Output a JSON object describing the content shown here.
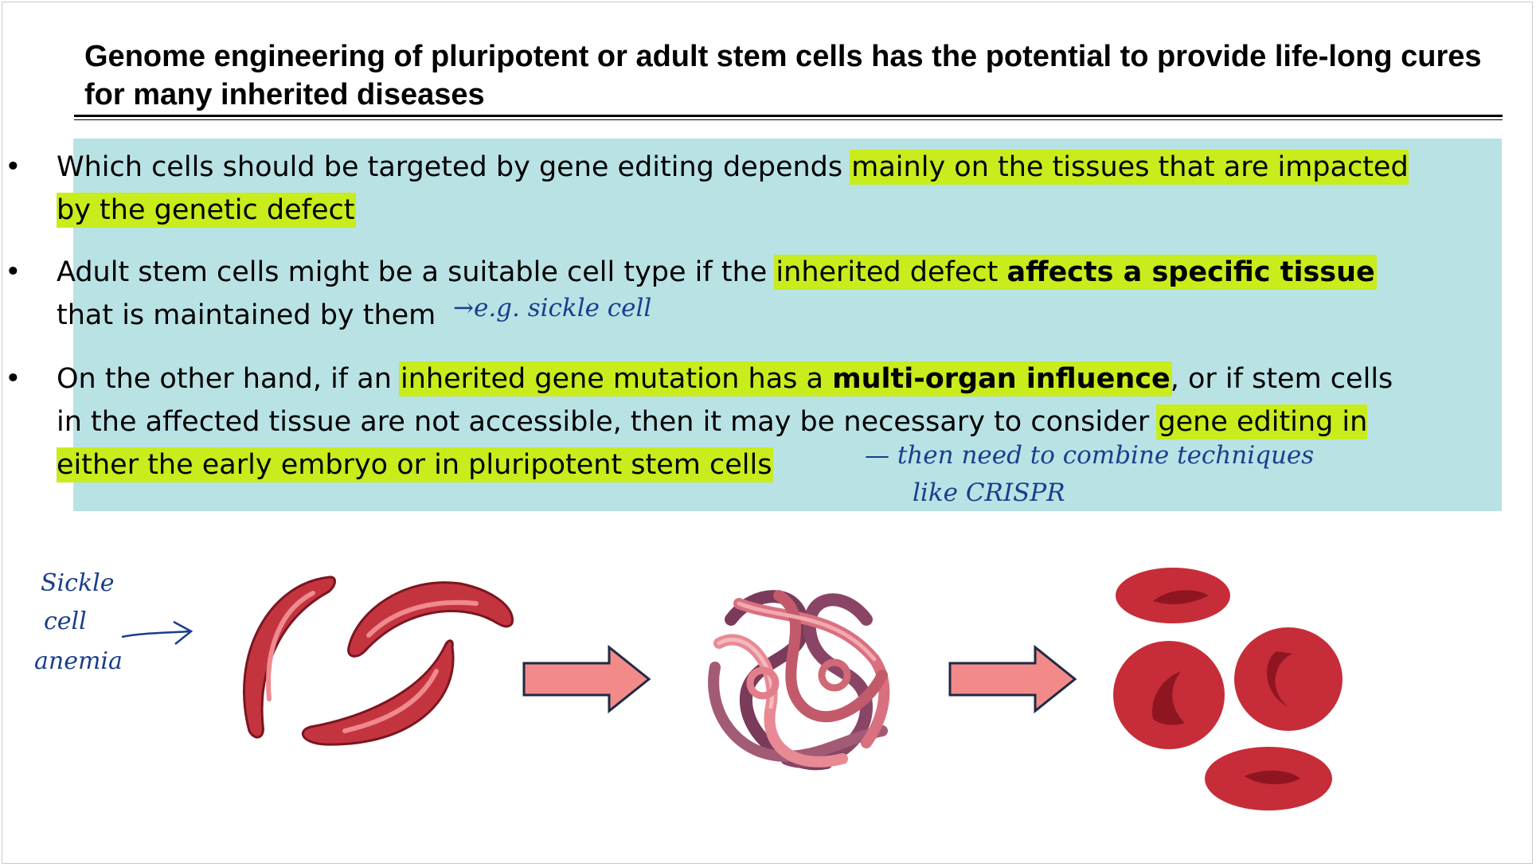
{
  "slide": {
    "title": "Genome engineering of pluripotent or adult stem cells has the potential to provide life-long cures for many inherited diseases",
    "bullets": [
      {
        "b1a": "Which cells should be targeted by gene editing depends ",
        "b1b": "mainly on the tissues that are impacted by the genetic defect"
      },
      {
        "b2a": "Adult stem cells might be a suitable cell type if the ",
        "b2b": "inherited defect ",
        "b2c": "affects a specific tissue",
        "b2d": " that is maintained by them"
      },
      {
        "b3a": "On the other hand, if an ",
        "b3b": "inherited gene mutation has a ",
        "b3c": "multi-organ influence",
        "b3d": ", or if stem cells in the affected tissue are not accessible, then it may be necessary to consider ",
        "b3e": "gene editing in either the early embryo or in pluripotent stem cells"
      }
    ],
    "bullet_glyph": "•",
    "handwriting": {
      "note_example": "→e.g. sickle cell",
      "note_then_line1": "— then need to combine techniques",
      "note_then_line2": "like CRISPR",
      "label_line1": "Sickle",
      "label_line2": "cell",
      "label_line3": "anemia"
    },
    "figure_icons": [
      "sickle-cells-icon",
      "right-arrow-icon",
      "hemoglobin-protein-icon",
      "right-arrow-icon",
      "healthy-red-blood-cells-icon"
    ],
    "colors": {
      "highlight": "#c8ec1c",
      "box_background": "#b9e2e5",
      "ink": "#1a3e8c",
      "arrow_fill": "#f28a8a",
      "arrow_stroke": "#1f2a44",
      "cell_red": "#c4343f"
    }
  }
}
